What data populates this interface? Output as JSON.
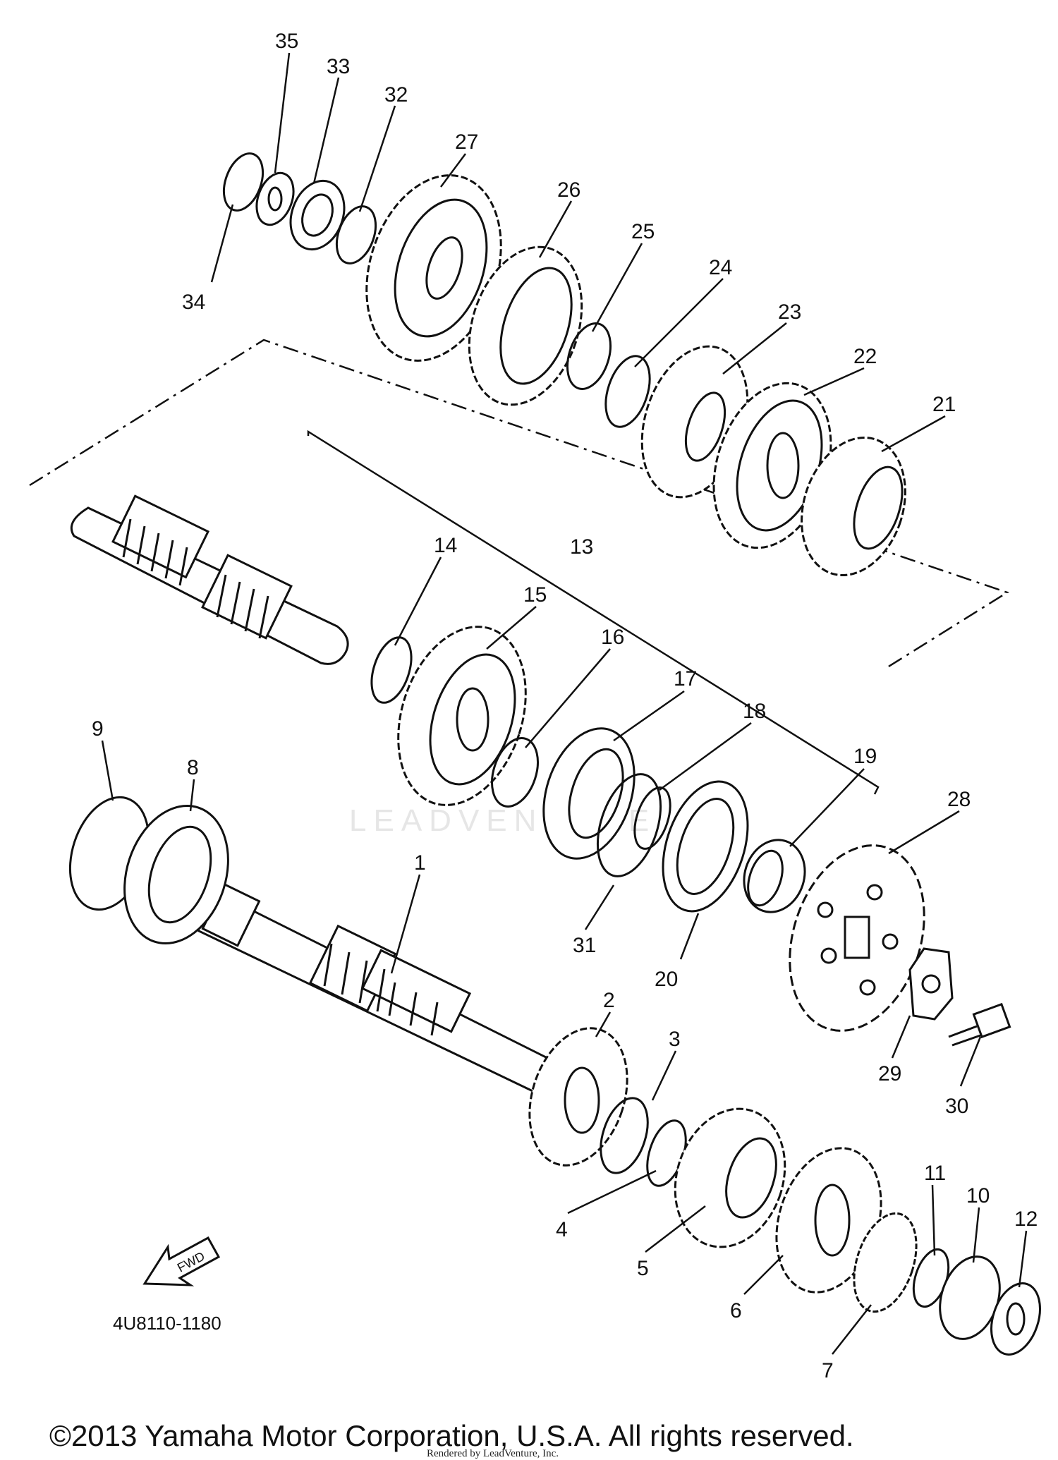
{
  "diagram": {
    "part_numbers": [
      "35",
      "33",
      "32",
      "27",
      "26",
      "25",
      "24",
      "23",
      "22",
      "21",
      "34",
      "14",
      "13",
      "15",
      "16",
      "17",
      "18",
      "19",
      "28",
      "9",
      "8",
      "1",
      "31",
      "20",
      "2",
      "3",
      "29",
      "30",
      "4",
      "11",
      "10",
      "12",
      "5",
      "6",
      "7"
    ],
    "drawing_code": "4U8110-1180",
    "fwd_label": "FWD",
    "watermark": "LEADVENTURE",
    "copyright": "©2013 Yamaha Motor Corporation, U.S.A. All rights reserved.",
    "rendered_by": "Rendered by LeadVenture, Inc."
  }
}
